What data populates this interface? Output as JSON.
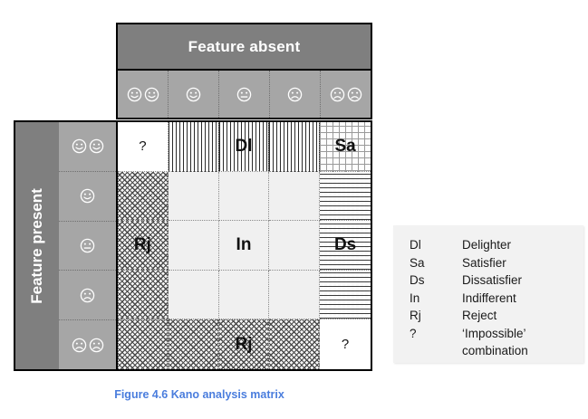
{
  "figure": {
    "caption": "Figure 4.6 Kano analysis matrix"
  },
  "matrix": {
    "column_axis_title": "Feature absent",
    "row_axis_title": "Feature present",
    "column_headers": [
      {
        "icon": "two-smiling-faces-icon",
        "faces": [
          "smile",
          "smile"
        ]
      },
      {
        "icon": "smiling-face-icon",
        "faces": [
          "smile"
        ]
      },
      {
        "icon": "neutral-face-icon",
        "faces": [
          "neutral"
        ]
      },
      {
        "icon": "frowning-face-icon",
        "faces": [
          "frown"
        ]
      },
      {
        "icon": "two-frowning-faces-icon",
        "faces": [
          "frown",
          "frown"
        ]
      }
    ],
    "row_headers": [
      {
        "icon": "two-smiling-faces-icon",
        "faces": [
          "smile",
          "smile"
        ]
      },
      {
        "icon": "smiling-face-icon",
        "faces": [
          "smile"
        ]
      },
      {
        "icon": "neutral-face-icon",
        "faces": [
          "neutral"
        ]
      },
      {
        "icon": "frowning-face-icon",
        "faces": [
          "frown"
        ]
      },
      {
        "icon": "two-frowning-faces-icon",
        "faces": [
          "frown",
          "frown"
        ]
      }
    ],
    "cells": [
      [
        {
          "label": "?",
          "fill": "f-white",
          "kind": "impossible"
        },
        {
          "label": "",
          "fill": "f-vert",
          "kind": "delighter"
        },
        {
          "label": "Dl",
          "fill": "f-vert",
          "kind": "delighter"
        },
        {
          "label": "",
          "fill": "f-vert",
          "kind": "delighter"
        },
        {
          "label": "Sa",
          "fill": "f-gridp",
          "kind": "satisfier"
        }
      ],
      [
        {
          "label": "",
          "fill": "f-cross",
          "kind": "reject"
        },
        {
          "label": "",
          "fill": "f-light",
          "kind": "indifferent"
        },
        {
          "label": "",
          "fill": "f-light",
          "kind": "indifferent"
        },
        {
          "label": "",
          "fill": "f-light",
          "kind": "indifferent"
        },
        {
          "label": "",
          "fill": "f-horz",
          "kind": "dissatisfier"
        }
      ],
      [
        {
          "label": "Rj",
          "fill": "f-cross",
          "kind": "reject"
        },
        {
          "label": "",
          "fill": "f-light",
          "kind": "indifferent"
        },
        {
          "label": "In",
          "fill": "f-light",
          "kind": "indifferent"
        },
        {
          "label": "",
          "fill": "f-light",
          "kind": "indifferent"
        },
        {
          "label": "Ds",
          "fill": "f-horz",
          "kind": "dissatisfier"
        }
      ],
      [
        {
          "label": "",
          "fill": "f-cross",
          "kind": "reject"
        },
        {
          "label": "",
          "fill": "f-light",
          "kind": "indifferent"
        },
        {
          "label": "",
          "fill": "f-light",
          "kind": "indifferent"
        },
        {
          "label": "",
          "fill": "f-light",
          "kind": "indifferent"
        },
        {
          "label": "",
          "fill": "f-horz",
          "kind": "dissatisfier"
        }
      ],
      [
        {
          "label": "",
          "fill": "f-cross",
          "kind": "reject"
        },
        {
          "label": "",
          "fill": "f-cross",
          "kind": "reject"
        },
        {
          "label": "Rj",
          "fill": "f-cross",
          "kind": "reject"
        },
        {
          "label": "",
          "fill": "f-cross",
          "kind": "reject"
        },
        {
          "label": "?",
          "fill": "f-white",
          "kind": "impossible"
        }
      ]
    ]
  },
  "legend": {
    "entries": [
      {
        "key": "Dl",
        "value": "Delighter"
      },
      {
        "key": "Sa",
        "value": "Satisfier"
      },
      {
        "key": "Ds",
        "value": "Dissatisfier"
      },
      {
        "key": "In",
        "value": "Indifferent"
      },
      {
        "key": "Rj",
        "value": "Reject"
      },
      {
        "key": "?",
        "value": "‘Impossible’"
      }
    ],
    "continuation": "combination"
  },
  "colors": {
    "band_dark": "#7f7f7f",
    "band_mid": "#a6a6a6",
    "indifferent_fill": "#f0f0f0",
    "legend_bg": "#f2f2f2",
    "caption_blue": "#4a7ddd",
    "border": "#000000"
  }
}
